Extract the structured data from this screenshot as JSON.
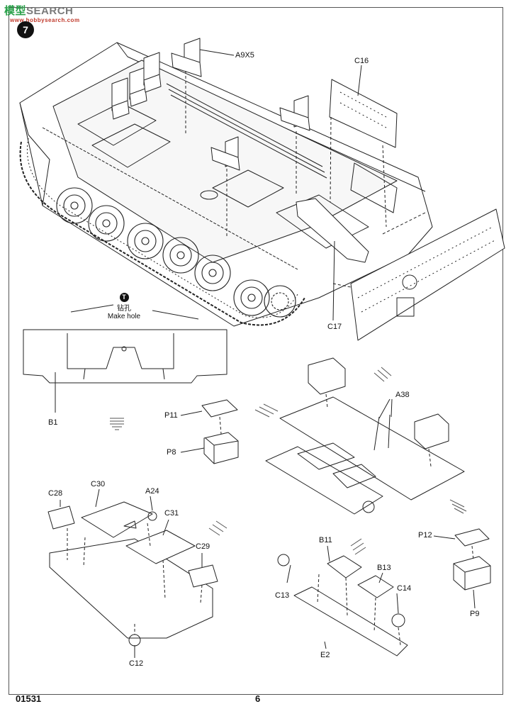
{
  "watermark": {
    "prefix": "模型",
    "brand": "SEARCH",
    "site": "www.hobbysearch.com"
  },
  "step_number": "7",
  "note": {
    "cn": "钻孔",
    "en": "Make hole",
    "icon": "T"
  },
  "labels": {
    "a9x5": "A9X5",
    "c16": "C16",
    "c17": "C17",
    "b1": "B1",
    "p11": "P11",
    "p8": "P8",
    "a38": "A38",
    "c28": "C28",
    "c30": "C30",
    "a24": "A24",
    "c31": "C31",
    "c29": "C29",
    "c12": "C12",
    "b11": "B11",
    "b13": "B13",
    "c13": "C13",
    "c14": "C14",
    "e2": "E2",
    "p12": "P12",
    "p9": "P9"
  },
  "footer": {
    "code": "01531",
    "page": "6"
  }
}
